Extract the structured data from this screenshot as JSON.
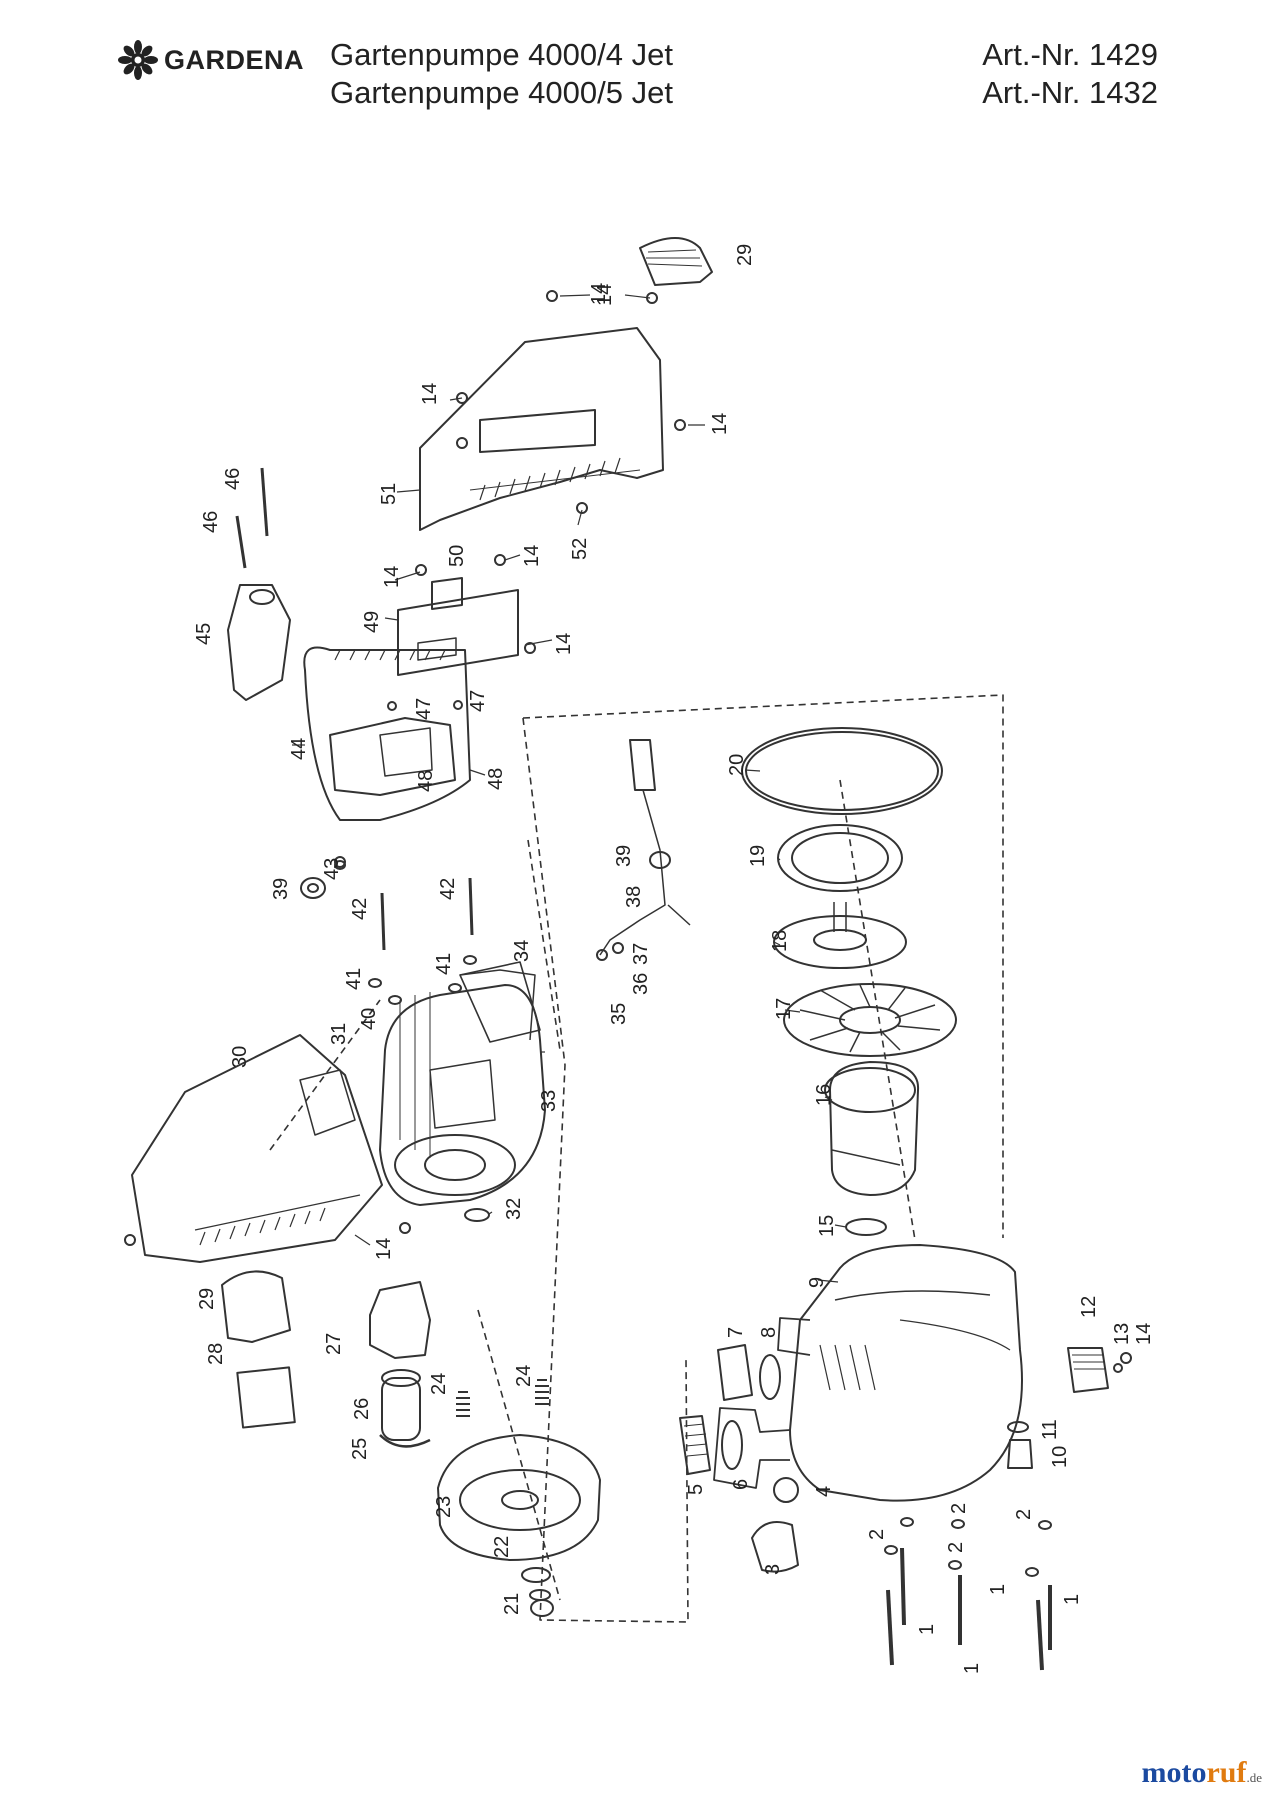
{
  "header": {
    "brand": "GARDENA",
    "brand_icon": "gardena-flower-logo",
    "titles": [
      "Gartenpumpe 4000/4 Jet",
      "Gartenpumpe 4000/5 Jet"
    ],
    "articles": [
      "Art.-Nr. 1429",
      "Art.-Nr. 1432"
    ]
  },
  "part_labels": [
    "29",
    "14",
    "14",
    "14",
    "14",
    "51",
    "52",
    "46",
    "46",
    "14",
    "50",
    "14",
    "45",
    "49",
    "14",
    "47",
    "47",
    "44",
    "48",
    "48",
    "20",
    "39",
    "43",
    "19",
    "39",
    "38",
    "42",
    "42",
    "18",
    "41",
    "37",
    "34",
    "41",
    "36",
    "35",
    "40",
    "17",
    "31",
    "30",
    "33",
    "16",
    "32",
    "15",
    "14",
    "9",
    "29",
    "27",
    "12",
    "13",
    "14",
    "28",
    "7",
    "8",
    "24",
    "24",
    "26",
    "11",
    "25",
    "5",
    "6",
    "4",
    "10",
    "23",
    "2",
    "2",
    "2",
    "3",
    "22",
    "2",
    "1",
    "21",
    "1",
    "1",
    "1"
  ],
  "footer": {
    "part1": "moto",
    "part2": "ruf",
    "suffix": ".de"
  }
}
